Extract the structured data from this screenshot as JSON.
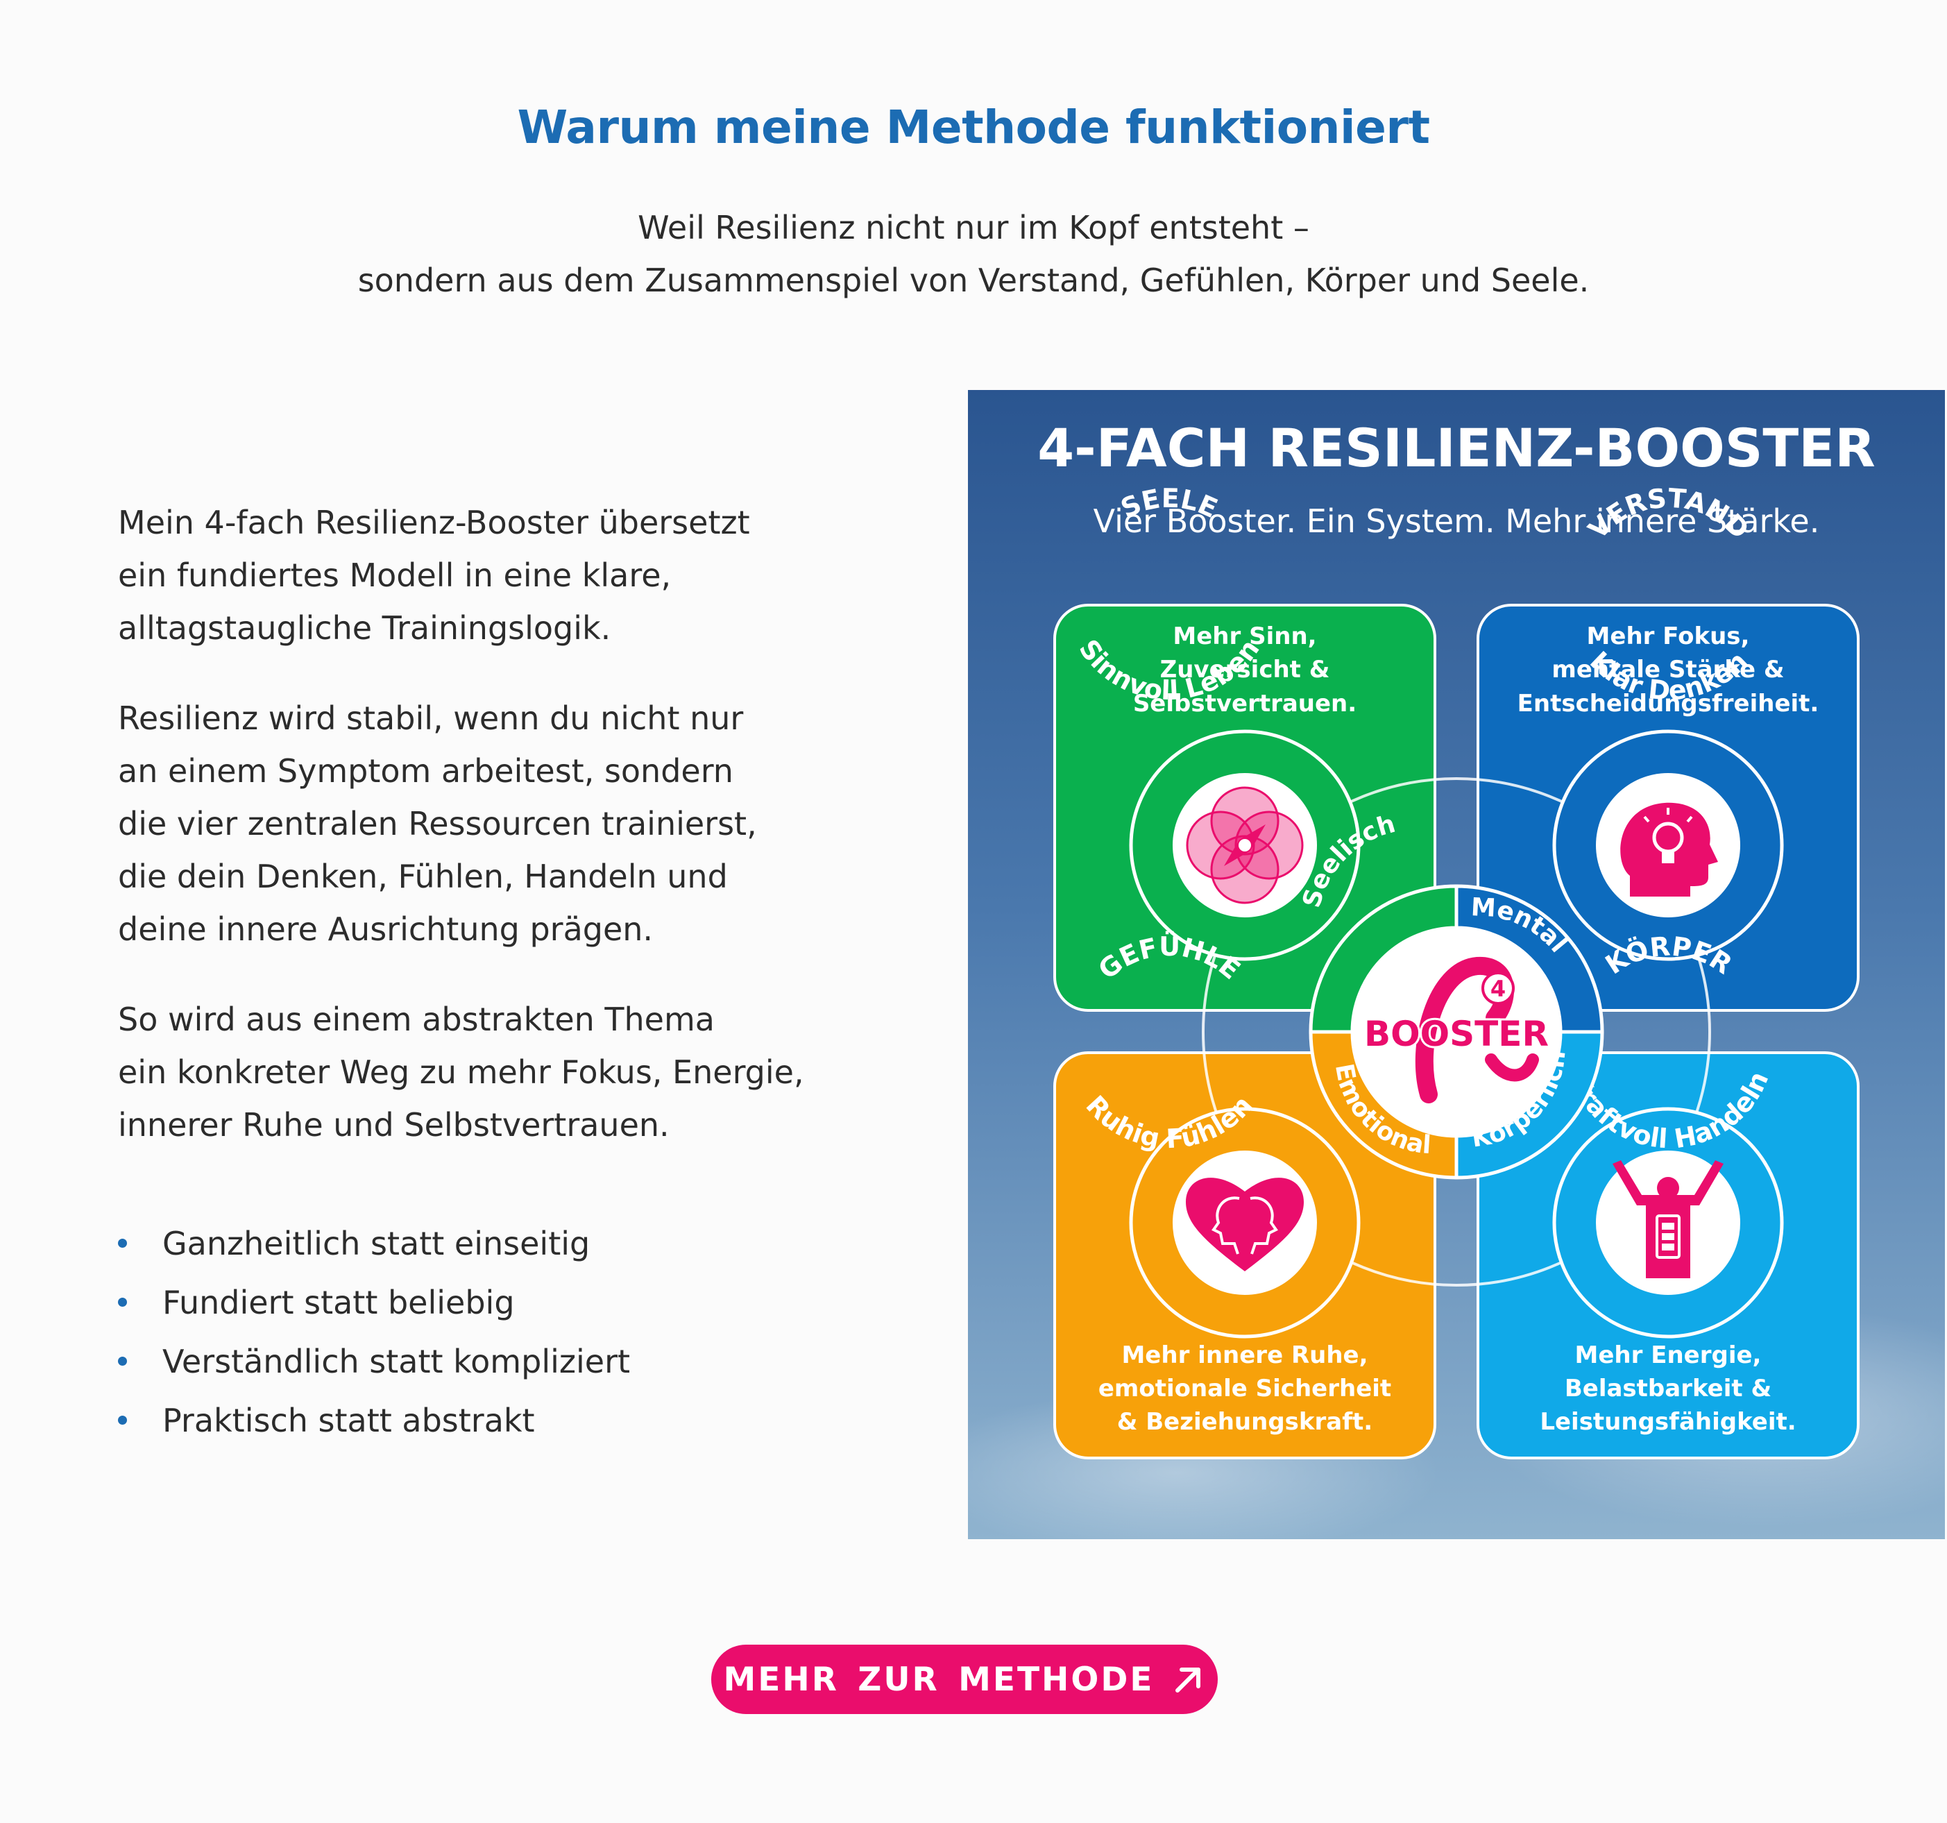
{
  "header": {
    "title": "Warum meine Methode funktioniert",
    "subtitle_line1": "Weil Resilienz nicht nur im Kopf entsteht –",
    "subtitle_line2": "sondern aus dem Zusammenspiel von Verstand, Gefühlen, Körper und Seele."
  },
  "content": {
    "paragraphs": [
      "Mein 4-fach Resilienz-Booster übersetzt\nein fundiertes Modell in eine klare,\nalltagstaugliche Trainingslogik.",
      "Resilienz wird stabil, wenn du nicht nur\nan einem Symptom arbeitest, sondern\ndie vier zentralen Ressourcen trainierst,\ndie dein Denken, Fühlen, Handeln und\ndeine innere Ausrichtung prägen.",
      "So wird aus einem abstrakten Thema\nein konkreter Weg zu mehr Fokus, Energie,\ninnerer Ruhe und Selbstvertrauen."
    ],
    "bullets": [
      "Ganzheitlich statt einseitig",
      "Fundiert statt beliebig",
      "Verständlich statt kompliziert",
      "Praktisch statt abstrakt"
    ]
  },
  "infographic": {
    "title": "4-FACH RESILIENZ-BOOSTER",
    "tagline": "Vier Booster. Ein System. Mehr innere Stärke.",
    "center_logo_text": "BOOSTER",
    "center_logo_number": "4",
    "colors": {
      "green": "#0ab04e",
      "dark_blue": "#0d6bbd",
      "orange": "#f7a10a",
      "light_blue": "#10a9e8",
      "pink": "#ea0d6c"
    },
    "quadrants": [
      {
        "key": "seele",
        "benefit_lines": [
          "Mehr Sinn,",
          "Zuversicht &",
          "Selbstvertrauen."
        ],
        "ring_top": "SEELE",
        "ring_bottom": "Sinnvoll Leben",
        "segment": "Seelisch",
        "icon": "compass-flower-icon"
      },
      {
        "key": "verstand",
        "benefit_lines": [
          "Mehr Fokus,",
          "mentale Stärke &",
          "Entscheidungsfreiheit."
        ],
        "ring_top": "VERSTAND",
        "ring_bottom": "Klar Denken",
        "segment": "Mental",
        "icon": "head-lightbulb-icon"
      },
      {
        "key": "gefuehle",
        "benefit_lines": [
          "Mehr innere Ruhe,",
          "emotionale Sicherheit",
          "& Beziehungskraft."
        ],
        "ring_top": "GEFÜHLE",
        "ring_bottom": "Ruhig Fühlen",
        "segment": "Emotional",
        "icon": "heart-faces-icon"
      },
      {
        "key": "koerper",
        "benefit_lines": [
          "Mehr Energie,",
          "Belastbarkeit &",
          "Leistungsfähigkeit."
        ],
        "ring_top": "KÖRPER",
        "ring_bottom": "Kraftvoll Handeln",
        "segment": "Körperlich",
        "icon": "person-battery-icon"
      }
    ]
  },
  "cta": {
    "label": "MEHR ZUR METHODE",
    "icon": "arrow-up-right-icon"
  }
}
